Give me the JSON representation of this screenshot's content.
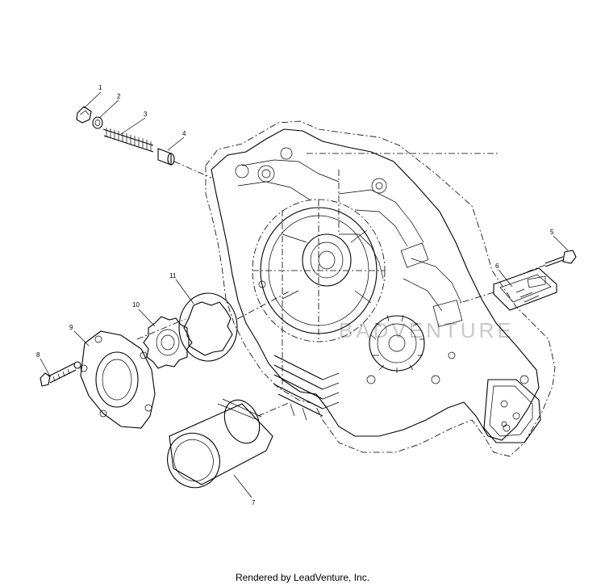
{
  "diagram": {
    "parts": [
      {
        "id": "1",
        "label": "1"
      },
      {
        "id": "2",
        "label": "2"
      },
      {
        "id": "3",
        "label": "3"
      },
      {
        "id": "4",
        "label": "4"
      },
      {
        "id": "5",
        "label": "5"
      },
      {
        "id": "6",
        "label": "6"
      },
      {
        "id": "7",
        "label": "7"
      },
      {
        "id": "8",
        "label": "8"
      },
      {
        "id": "9",
        "label": "9"
      },
      {
        "id": "10",
        "label": "10"
      },
      {
        "id": "11",
        "label": "11"
      }
    ],
    "watermark": "BADVENTURE"
  },
  "footer": {
    "text": "Rendered by LeadVenture, Inc."
  }
}
